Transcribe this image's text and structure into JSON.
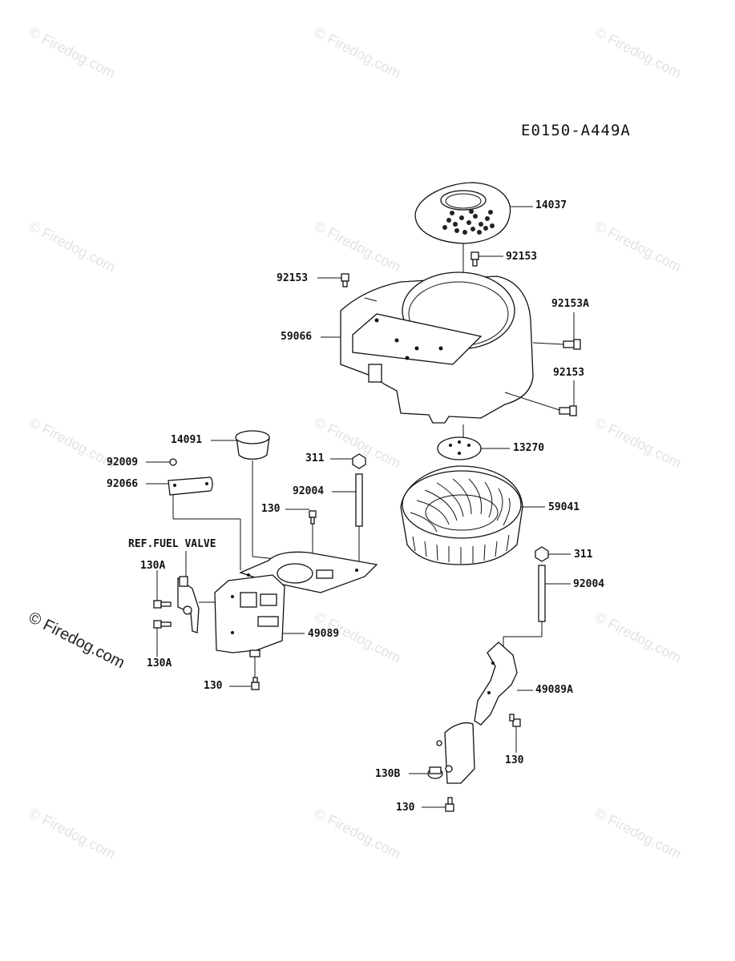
{
  "watermark": "© Firedog.com",
  "diagram_code": "E0150-A449A",
  "labels": {
    "p14037": "14037",
    "p92153_a": "92153",
    "p92153_b": "92153",
    "p92153A": "92153A",
    "p59066": "59066",
    "p92153_c": "92153",
    "p13270": "13270",
    "p14091": "14091",
    "p311_a": "311",
    "p92009": "92009",
    "p92066": "92066",
    "p92004_a": "92004",
    "p130_a": "130",
    "p59041": "59041",
    "ref_fuel_valve": "REF.FUEL VALVE",
    "p311_b": "311",
    "p130A_a": "130A",
    "p92004_b": "92004",
    "p49089": "49089",
    "p130A_b": "130A",
    "p130_b": "130",
    "p49089A": "49089A",
    "p130_c": "130",
    "p130B": "130B",
    "p130_d": "130"
  }
}
